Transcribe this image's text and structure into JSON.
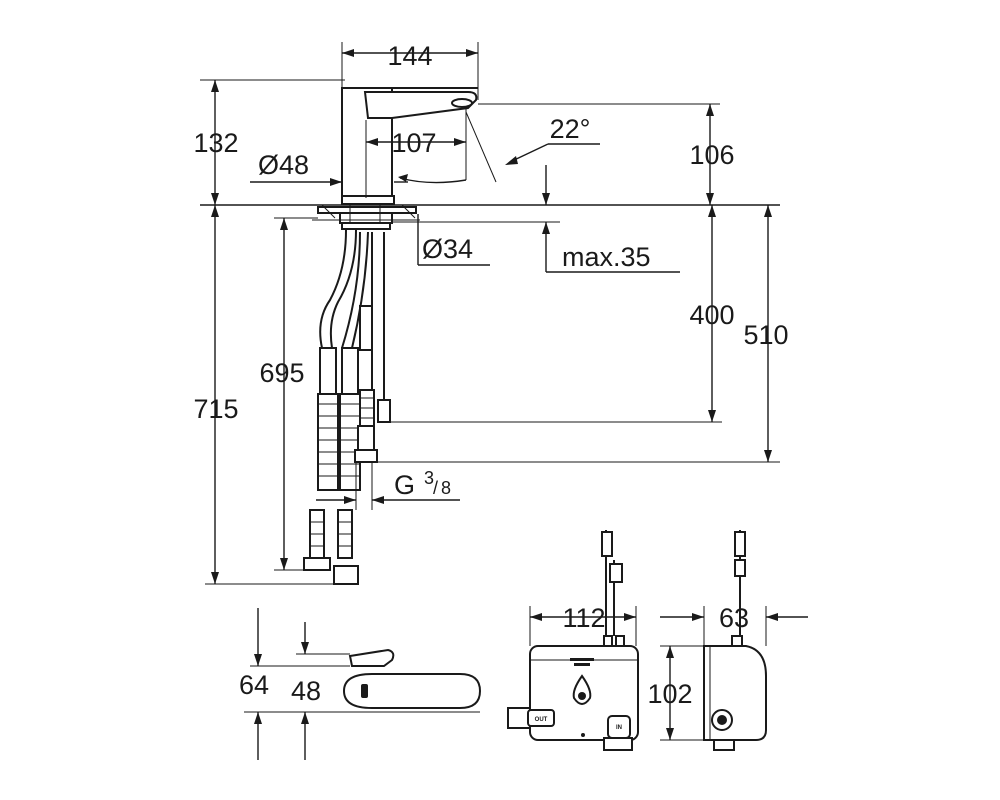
{
  "dimensions": {
    "width_top": "144",
    "spout_height": "132",
    "spout_depth": "107",
    "spout_angle": "22°",
    "outlet_height": "106",
    "body_diameter": "Ø48",
    "hole_diameter": "Ø34",
    "max_thickness": "max.35",
    "hose_length": "695",
    "cable_length_400": "400",
    "cable_length_510": "510",
    "total_length": "715",
    "thread_prefix": "G",
    "thread_num": "3",
    "thread_den": "8",
    "plan_width": "64",
    "plan_depth": "48",
    "box_width": "112",
    "box_depth": "63",
    "box_height": "102"
  },
  "box_labels": {
    "out": "OUT",
    "in": "IN"
  }
}
